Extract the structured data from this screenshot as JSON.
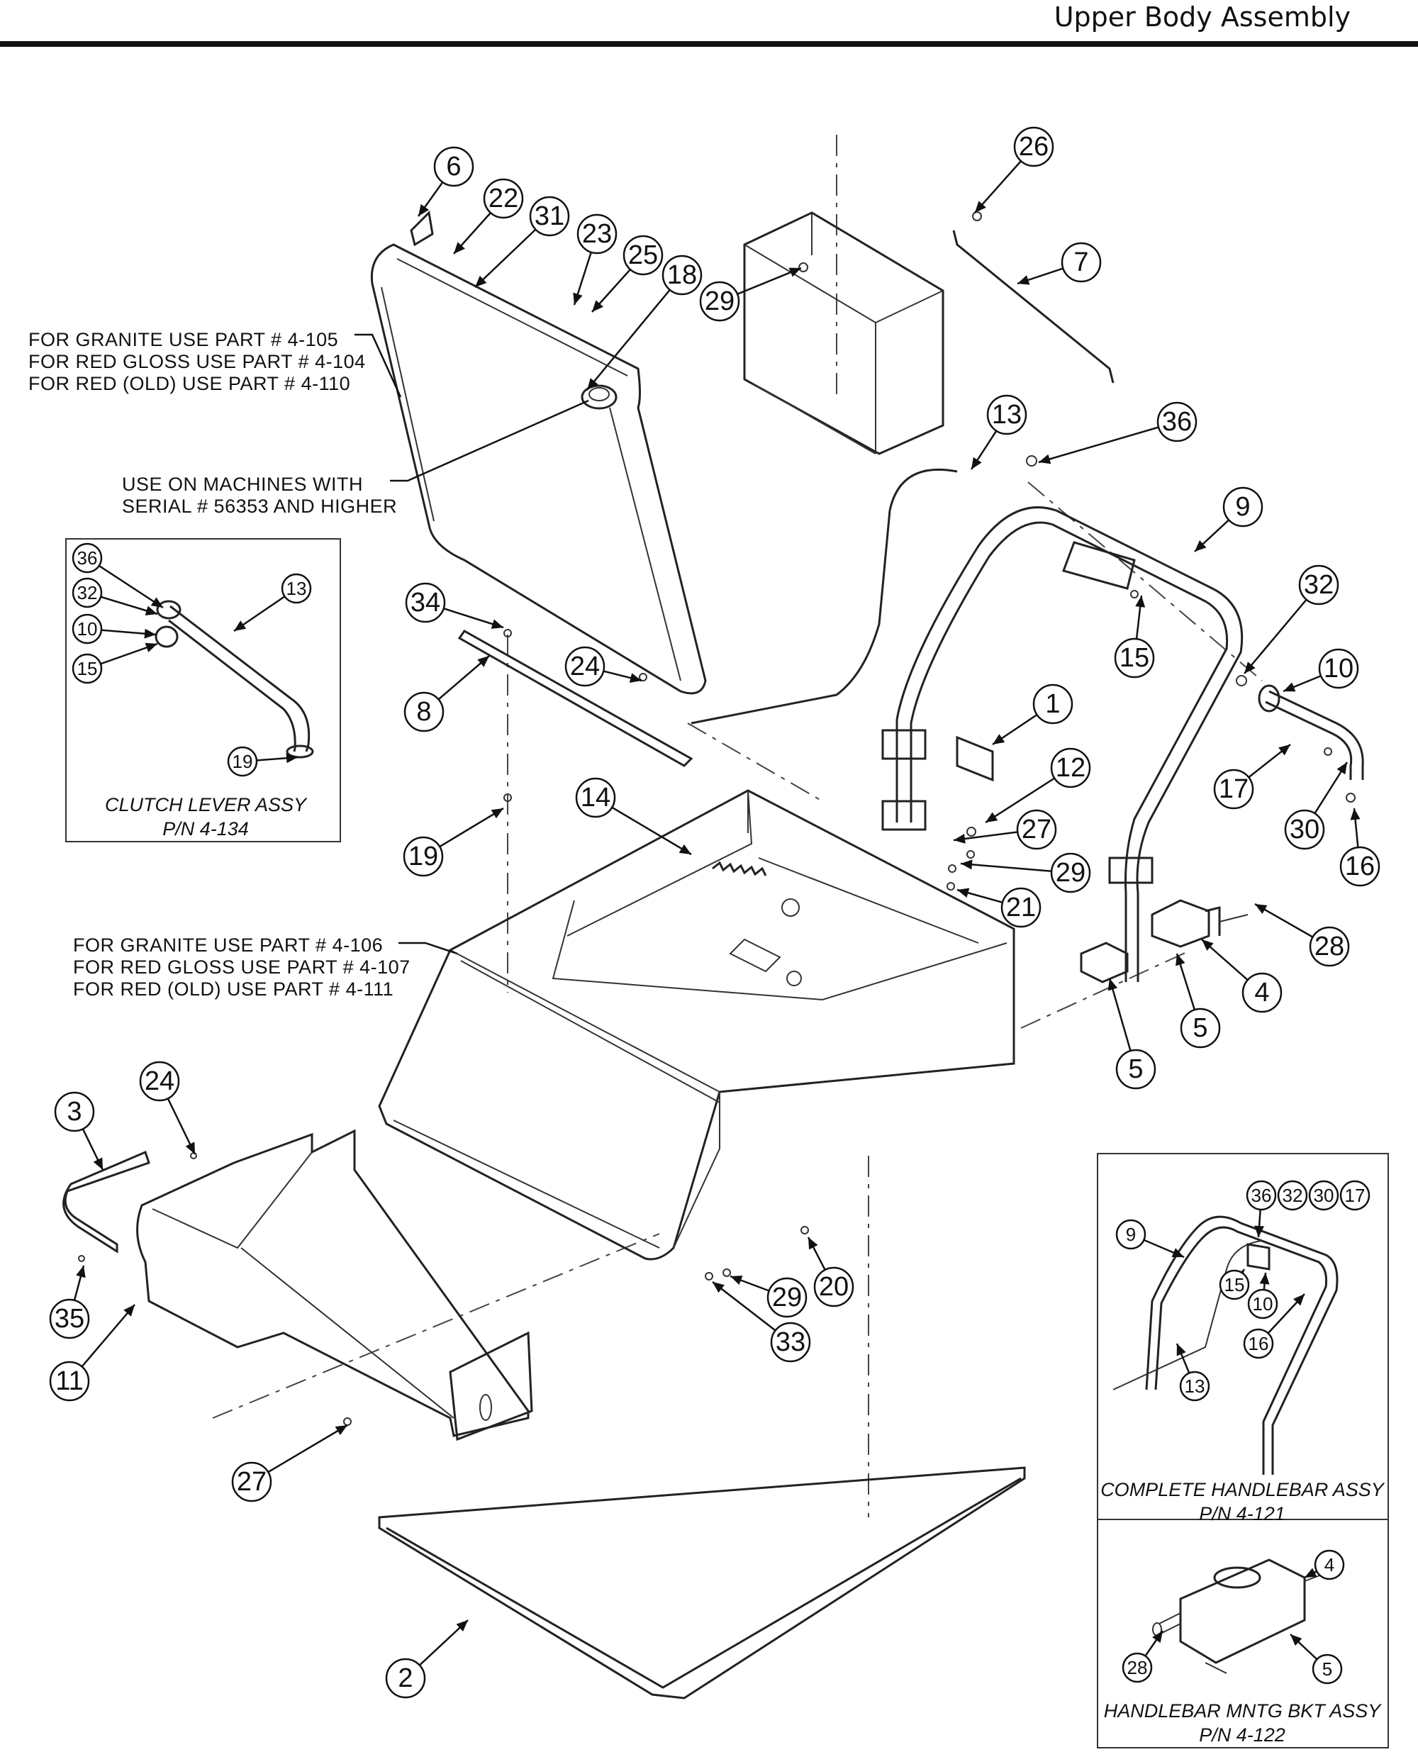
{
  "header": {
    "title": "Upper Body Assembly"
  },
  "notes": {
    "tank_lines": [
      "FOR GRANITE USE PART # 4-105",
      "FOR RED GLOSS USE PART # 4-104",
      "FOR RED (OLD) USE PART # 4-110"
    ],
    "serial_lines": [
      "USE ON MACHINES WITH",
      "SERIAL # 56353 AND HIGHER"
    ],
    "body_lines": [
      "FOR GRANITE USE PART # 4-106",
      "FOR RED GLOSS USE PART # 4-107",
      "FOR RED (OLD) USE PART # 4-111"
    ]
  },
  "insets": {
    "clutch": {
      "title": "CLUTCH LEVER ASSY",
      "pn": "P/N 4-134",
      "callouts": [
        "36",
        "32",
        "10",
        "15",
        "13",
        "19"
      ]
    },
    "handlebar": {
      "title": "COMPLETE HANDLEBAR ASSY",
      "pn": "P/N 4-121",
      "callouts": [
        "36",
        "32",
        "30",
        "17",
        "9",
        "15",
        "10",
        "16",
        "13"
      ]
    },
    "bracket": {
      "title": "HANDLEBAR MNTG BKT ASSY",
      "pn": "P/N 4-122",
      "callouts": [
        "4",
        "28",
        "5"
      ]
    }
  },
  "callouts": [
    "6",
    "22",
    "31",
    "23",
    "25",
    "18",
    "29",
    "26",
    "7",
    "13",
    "36",
    "9",
    "32",
    "10",
    "1",
    "12",
    "27",
    "29",
    "21",
    "15",
    "17",
    "30",
    "16",
    "28",
    "4",
    "5",
    "5",
    "14",
    "34",
    "24",
    "8",
    "19",
    "3",
    "24",
    "35",
    "11",
    "27",
    "29",
    "20",
    "33",
    "2"
  ]
}
